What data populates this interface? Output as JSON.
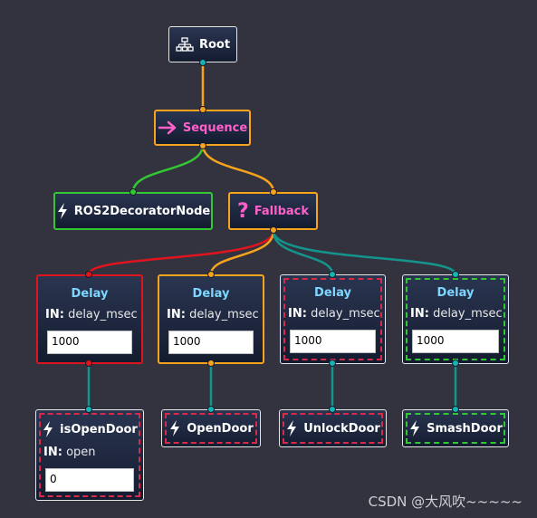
{
  "colors": {
    "background": "#33333f",
    "orange": "#f7a41d",
    "green": "#33c833",
    "red": "#e0141e",
    "teal": "#14958c",
    "pink": "#ff5fc8",
    "delay_blue": "#7fd6ff",
    "white_border": "#e6e6e6",
    "dashed_red": "#d92a4a",
    "dashed_green": "#33c833"
  },
  "nodes": {
    "root": {
      "label": "Root",
      "icon": "tree-icon"
    },
    "sequence": {
      "label": "Sequence",
      "icon": "arrow-right-icon"
    },
    "ros2_decorator": {
      "label": "ROS2DecoratorNode",
      "icon": "lightning-icon"
    },
    "fallback": {
      "label": "Fallback",
      "icon": "question-mark-icon"
    },
    "delays": [
      {
        "title": "Delay",
        "port_prefix": "IN:",
        "port_name": "delay_msec",
        "value": "1000"
      },
      {
        "title": "Delay",
        "port_prefix": "IN:",
        "port_name": "delay_msec",
        "value": "1000"
      },
      {
        "title": "Delay",
        "port_prefix": "IN:",
        "port_name": "delay_msec",
        "value": "1000"
      },
      {
        "title": "Delay",
        "port_prefix": "IN:",
        "port_name": "delay_msec",
        "value": "1000"
      }
    ],
    "is_open_door": {
      "label": "isOpenDoor",
      "icon": "lightning-icon",
      "port_prefix": "IN:",
      "port_name": "open",
      "value": "0"
    },
    "open_door": {
      "label": "OpenDoor",
      "icon": "lightning-icon"
    },
    "unlock_door": {
      "label": "UnlockDoor",
      "icon": "lightning-icon"
    },
    "smash_door": {
      "label": "SmashDoor",
      "icon": "lightning-icon"
    }
  },
  "watermark": "CSDN @大风吹~~~~~"
}
